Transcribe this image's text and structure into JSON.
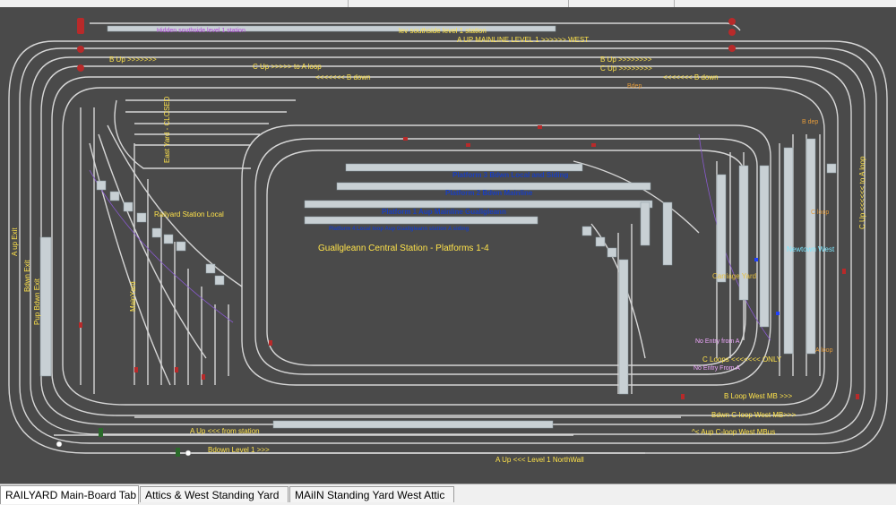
{
  "colors": {
    "board_bg": "#4a4a4a",
    "track": "#d6d6d6",
    "platform": "#c8d0d4",
    "signal_red": "#cc2a2a",
    "label_yellow": "#ffe34a",
    "platform_text_blue": "#1a3fc0"
  },
  "labels": {
    "hidden_southside": "Hidden southside level 1 station",
    "lev_southside": "lev southside level 1 station",
    "a_up_mainline": "A UP MAINLINE LEVEL 1 >>>>>> WEST",
    "b_up_left": "B Up >>>>>>>",
    "c_up_to_aloop": "C Up >>>>> to A loop",
    "b_down_left": "<<<<<<< B down",
    "b_up_right": "B Up >>>>>>>>",
    "c_up_right": "C Up >>>>>>>>",
    "b_down_right": "<<<<<<< B down",
    "bdep": "Bdep",
    "b_dep_right": "B dep",
    "c_up_aloop_vertical": "C Up <<<<<< to A loop",
    "east_yard": "East Yard - CLOSED",
    "railyard_station_local": "Railyard Station Local",
    "main_yard": "MainYard",
    "a_up_exit": "A up Exit",
    "bdwn_exit": "Bdwn Exit",
    "pup_bdwn_exit": "Pup Bdwn Exit",
    "platform3": "Platform 3 Bdwn Local and Siding",
    "platform2": "Platform 2 Bdwn Mainline",
    "platform1": "Platform 1 Aup Mainline Guallgleann",
    "platform4": "Platform 4 Local loop Aup Guallgleann station A siding",
    "central_station": "Guallgleann Central Station - Platforms 1-4",
    "c_loop_small": "C loop",
    "carriage_yard": "Carriage Yard",
    "newtown_west": "Newtown West",
    "a_loop_small": "A loop",
    "no_entry_from_a": "No Entry from A",
    "c_loops_only": "C Loops <<<<<<< ONLY",
    "no_entry_from_a2": "No Entry From A",
    "b_loop_west": "B Loop West MB >>>",
    "bdwn_c_loop": "Bdwn C-loop West MB>>>",
    "aup_c_loop": "^< Aup C-loop West MBus",
    "a_up_from_station": "A Up <<< from station",
    "bdown_level1": "Bdown Level 1 >>>",
    "a_up_level1_northwall": "A Up <<< Level 1 NorthWall"
  },
  "tabs": [
    {
      "label": "RAILYARD Main-Board Tab",
      "active": true
    },
    {
      "label": "Attics & West Standing Yard",
      "active": false
    },
    {
      "label": "MAiIN Standing Yard West Attic",
      "active": false
    }
  ]
}
